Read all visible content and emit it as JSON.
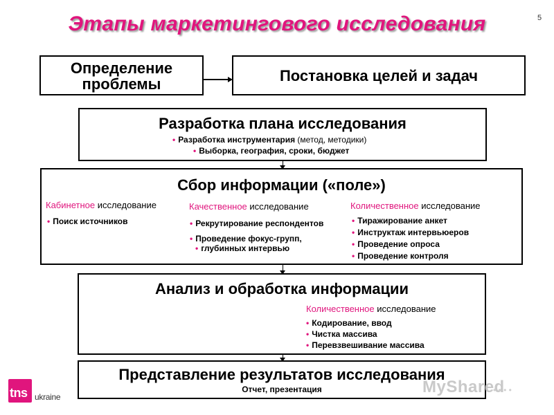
{
  "slide": {
    "title": "Этапы маркетингового исследования",
    "page_number": "5"
  },
  "steps": {
    "problem": {
      "label_line1": "Определение",
      "label_line2": "проблемы"
    },
    "goals": {
      "label": "Постановка целей и задач"
    },
    "plan": {
      "heading": "Разработка плана исследования",
      "item1_bold": "Разработка инструментария",
      "item1_rest": " (метод, методики)",
      "item2": "Выборка, география, сроки, бюджет"
    },
    "collection": {
      "heading": "Сбор информации («поле»)",
      "desk": {
        "label_accent": "Кабинетное",
        "label_rest": " исследование",
        "items": [
          "Поиск источников"
        ]
      },
      "qualitative": {
        "label_accent": "Качественное",
        "label_rest": " исследование",
        "items": [
          "Рекрутирование респондентов",
          "Проведение фокус-групп,",
          "глубинных интервью"
        ]
      },
      "quantitative": {
        "label_accent": "Количественное",
        "label_rest": " исследование",
        "items": [
          "Тиражирование анкет",
          "Инструктаж интервьюеров",
          "Проведение опроса",
          "Проведение контроля"
        ]
      }
    },
    "analysis": {
      "heading": "Анализ и обработка информации",
      "quantitative": {
        "label_accent": "Количественное",
        "label_rest": " исследование",
        "items": [
          "Кодирование, ввод",
          "Чистка массива",
          "Перевзвешивание массива"
        ]
      }
    },
    "presentation": {
      "heading": "Представление результатов исследования",
      "sub": "Отчет, презентация"
    }
  },
  "logo": {
    "mark": "tns",
    "suffix": "ukraine"
  },
  "watermark": {
    "text": "MyShared"
  },
  "colors": {
    "accent": "#e0157d",
    "border": "#000000"
  }
}
